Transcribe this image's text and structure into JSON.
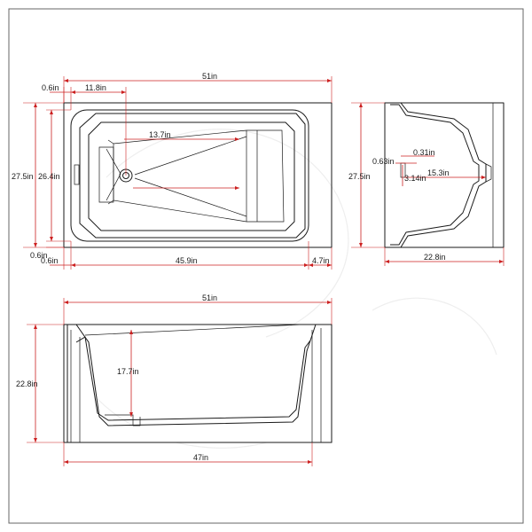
{
  "colors": {
    "outline": "#1a1a1a",
    "dimension": "#cc2020",
    "frame": "#666666",
    "background": "#ffffff"
  },
  "top_view": {
    "overall_length": "51in",
    "drain_offset": "11.8in",
    "left_rim": "0.6in",
    "slope_depth": "13.7in",
    "overall_width": "27.5in",
    "inner_width": "26.4in",
    "bottom_rim": "0.6in",
    "bottom_left_rim": "0.6in",
    "inner_length": "45.9in",
    "right_deck": "4.7in"
  },
  "side_view": {
    "overall_height": "27.5in",
    "overflow_offset": "0.63in",
    "overflow_size": "0.31in",
    "overflow_height": "15.3in",
    "overflow_diameter": "3.14in",
    "overall_depth": "22.8in"
  },
  "front_view": {
    "overall_length": "51in",
    "height": "22.8in",
    "water_depth": "17.7in",
    "base_length": "47in"
  }
}
